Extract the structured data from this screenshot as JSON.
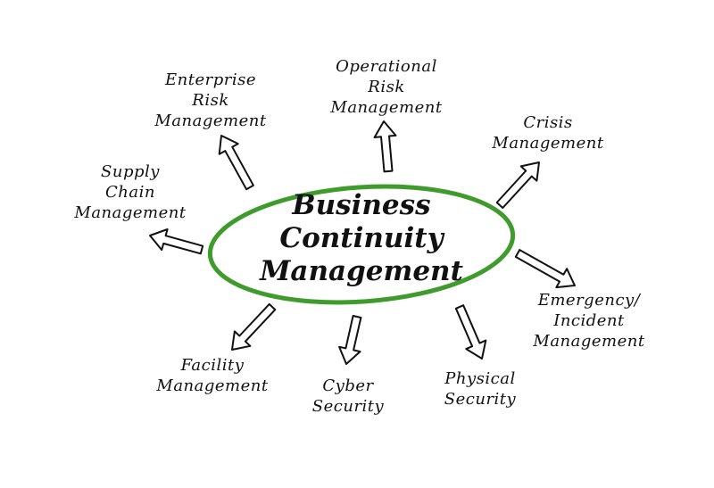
{
  "center": {
    "lines": [
      "Business",
      "Continuity",
      "Management"
    ]
  },
  "colors": {
    "ellipse": "#3f9b2c",
    "ink": "#111111"
  },
  "nodes": [
    {
      "id": "enterprise-risk",
      "lines": [
        "Enterprise",
        "Risk",
        "Management"
      ]
    },
    {
      "id": "operational-risk",
      "lines": [
        "Operational",
        "Risk",
        "Management"
      ]
    },
    {
      "id": "crisis",
      "lines": [
        "Crisis",
        "Management"
      ]
    },
    {
      "id": "supply-chain",
      "lines": [
        "Supply",
        "Chain",
        "Management"
      ]
    },
    {
      "id": "emergency-incident",
      "lines": [
        "Emergency/",
        "Incident",
        "Management"
      ]
    },
    {
      "id": "facility",
      "lines": [
        "Facility",
        "Management"
      ]
    },
    {
      "id": "cyber",
      "lines": [
        "Cyber",
        "Security"
      ]
    },
    {
      "id": "physical",
      "lines": [
        "Physical",
        "Security"
      ]
    }
  ]
}
